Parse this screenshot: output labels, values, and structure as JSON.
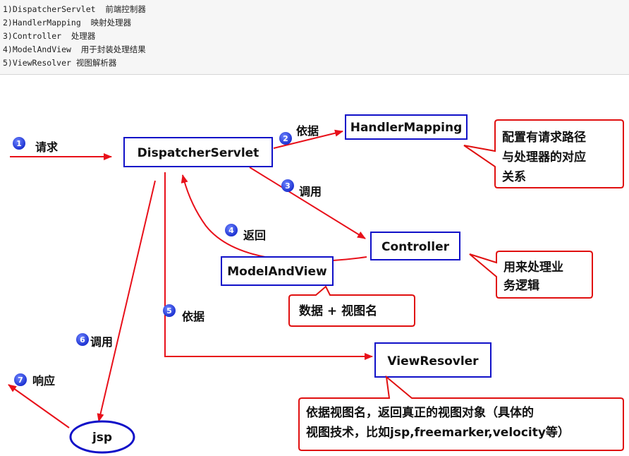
{
  "notes": [
    "1)DispatcherServlet  前端控制器",
    "2)HandlerMapping  映射处理器",
    "3)Controller  处理器",
    "4)ModelAndView  用于封装处理结果",
    "5)ViewResolver 视图解析器"
  ],
  "boxes": {
    "dispatcher": "DispatcherServlet",
    "handler_mapping": "HandlerMapping",
    "controller": "Controller",
    "model_and_view": "ModelAndView",
    "view_resolver": "ViewResovler",
    "jsp": "jsp"
  },
  "steps": [
    {
      "num": "1",
      "label": "请求"
    },
    {
      "num": "2",
      "label": "依据"
    },
    {
      "num": "3",
      "label": "调用"
    },
    {
      "num": "4",
      "label": "返回"
    },
    {
      "num": "5",
      "label": "依据"
    },
    {
      "num": "6",
      "label": "调用"
    },
    {
      "num": "7",
      "label": "响应"
    }
  ],
  "callouts": {
    "handler_mapping": [
      "配置有请求路径",
      "与处理器的对应",
      "关系"
    ],
    "controller": [
      "用来处理业",
      "务逻辑"
    ],
    "model_and_view": "数据 + 视图名",
    "view_resolver": [
      "依据视图名，返回真正的视图对象（具体的",
      "视图技术，比如jsp,freemarker,velocity等）"
    ]
  },
  "colors": {
    "arrow": "#e8101a",
    "box_border": "#1010c8",
    "callout_border": "#e01010",
    "badge": "#1a2fd0"
  }
}
